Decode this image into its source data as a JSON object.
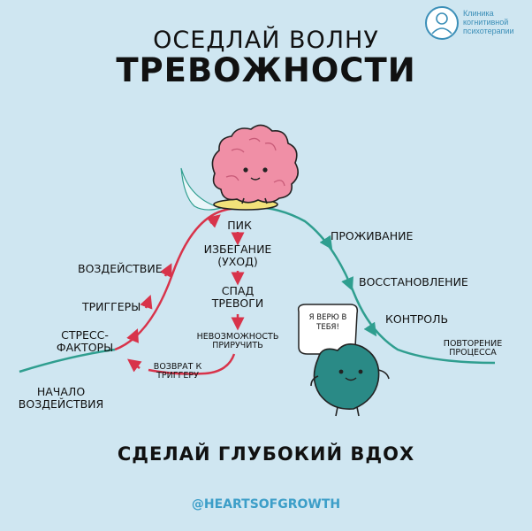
{
  "logo": {
    "icon": "doctor-portrait-icon",
    "line1": "Клиника",
    "line2": "когнитивной",
    "line3": "психотерапии"
  },
  "title": {
    "line1": "ОСЕДЛАЙ ВОЛНУ",
    "line2": "ТРЕВОЖНОСТИ"
  },
  "labels": {
    "peak": "ПИК",
    "avoidance_line1": "ИЗБЕГАНИЕ",
    "avoidance_line2": "(УХОД)",
    "anxiety_drop_line1": "СПАД",
    "anxiety_drop_line2": "ТРЕВОГИ",
    "impossibility_line1": "НЕВОЗМОЖНОСТЬ",
    "impossibility_line2": "ПРИРУЧИТЬ",
    "return_line1": "ВОЗВРАТ К",
    "return_line2": "ТРИГГЕРУ",
    "impact": "ВОЗДЕЙСТВИЕ",
    "triggers": "ТРИГГЕРЫ",
    "stress_line1": "СТРЕСС-",
    "stress_line2": "ФАКТОРЫ",
    "start_line1": "НАЧАЛО",
    "start_line2": "ВОЗДЕЙСТВИЯ",
    "living": "ПРОЖИВАНИЕ",
    "recovery": "ВОССТАНОВЛЕНИЕ",
    "control": "КОНТРОЛЬ",
    "repeat_line1": "ПОВТОРЕНИЕ",
    "repeat_line2": "ПРОЦЕССА"
  },
  "bubble": {
    "line1": "Я ВЕРЮ В",
    "line2": "ТЕБЯ!"
  },
  "footer": {
    "breathe": "СДЕЛАЙ ГЛУБОКИЙ ВДОХ",
    "handle": "@HEARTSOFGROWTH"
  },
  "colors": {
    "background": "#cfe6f1",
    "wave_teal": "#2f9e8f",
    "wave_red": "#d8334a",
    "brain_pink": "#f08fa6",
    "heart_teal": "#2a8a86",
    "board_yellow": "#f2e27a",
    "handle_blue": "#3c9ec8"
  }
}
